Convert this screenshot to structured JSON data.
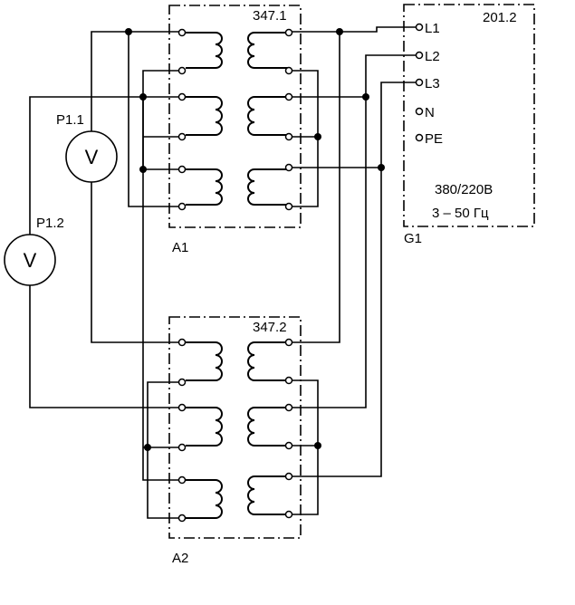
{
  "source": {
    "id": "201.2",
    "label": "G1",
    "terminals": [
      "L1",
      "L2",
      "L3",
      "N",
      "PE"
    ],
    "rating_voltage": "380/220В",
    "rating_freq": "3 – 50 Гц"
  },
  "transformers": [
    {
      "id": "347.1",
      "label": "A1"
    },
    {
      "id": "347.2",
      "label": "A2"
    }
  ],
  "meters": [
    {
      "id": "P1.1",
      "symbol": "V"
    },
    {
      "id": "P1.2",
      "symbol": "V"
    }
  ]
}
